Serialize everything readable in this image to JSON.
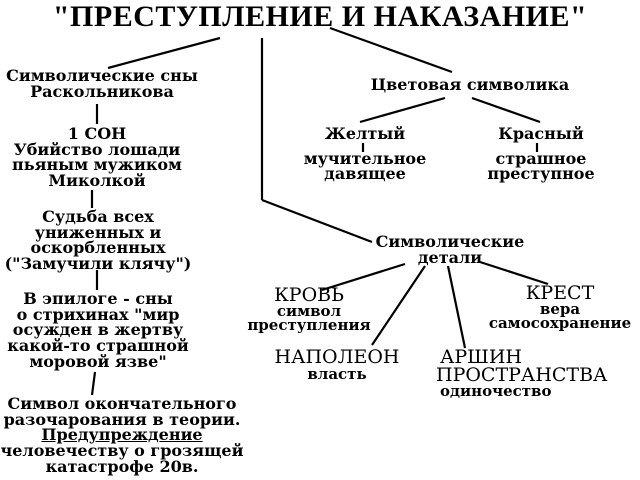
{
  "title": "\"ПРЕСТУПЛЕНИЕ И НАКАЗАНИЕ\"",
  "dreams": {
    "heading": [
      "Символические сны",
      "Раскольникова"
    ],
    "first": [
      "1 СОН",
      "Убийство лошади",
      "пьяным мужиком",
      "Миколкой"
    ],
    "fate": [
      "Судьба всех",
      "униженных и",
      "оскорбленных",
      "(\"Замучили клячу\")"
    ],
    "epilogue": [
      "В эпилоге - сны",
      "о стрихинах \"мир",
      "осужден в жертву",
      "какой-то страшной",
      "моровой язве\""
    ],
    "symbol": {
      "line1": "Символ окончательного",
      "line2": "разочарования в теории.",
      "warning": "Предупреждение",
      "line3": "человечеству о грозящей",
      "line4": "катастрофе 20в."
    }
  },
  "colors": {
    "heading": "Цветовая символика",
    "yellow": [
      "Желтый",
      "мучительное",
      "давящее"
    ],
    "red": [
      "Красный",
      "страшное",
      "преступное"
    ]
  },
  "details": {
    "heading": [
      "Символические",
      "детали"
    ],
    "blood": [
      "КРОВЬ",
      "символ",
      "преступления"
    ],
    "cross": [
      "КРЕСТ",
      "вера",
      "самосохранение"
    ],
    "napoleon": [
      "НАПОЛЕОН",
      "власть"
    ],
    "arshin": [
      "АРШИН",
      "ПРОСТРАНСТВА",
      "одиночество"
    ]
  }
}
